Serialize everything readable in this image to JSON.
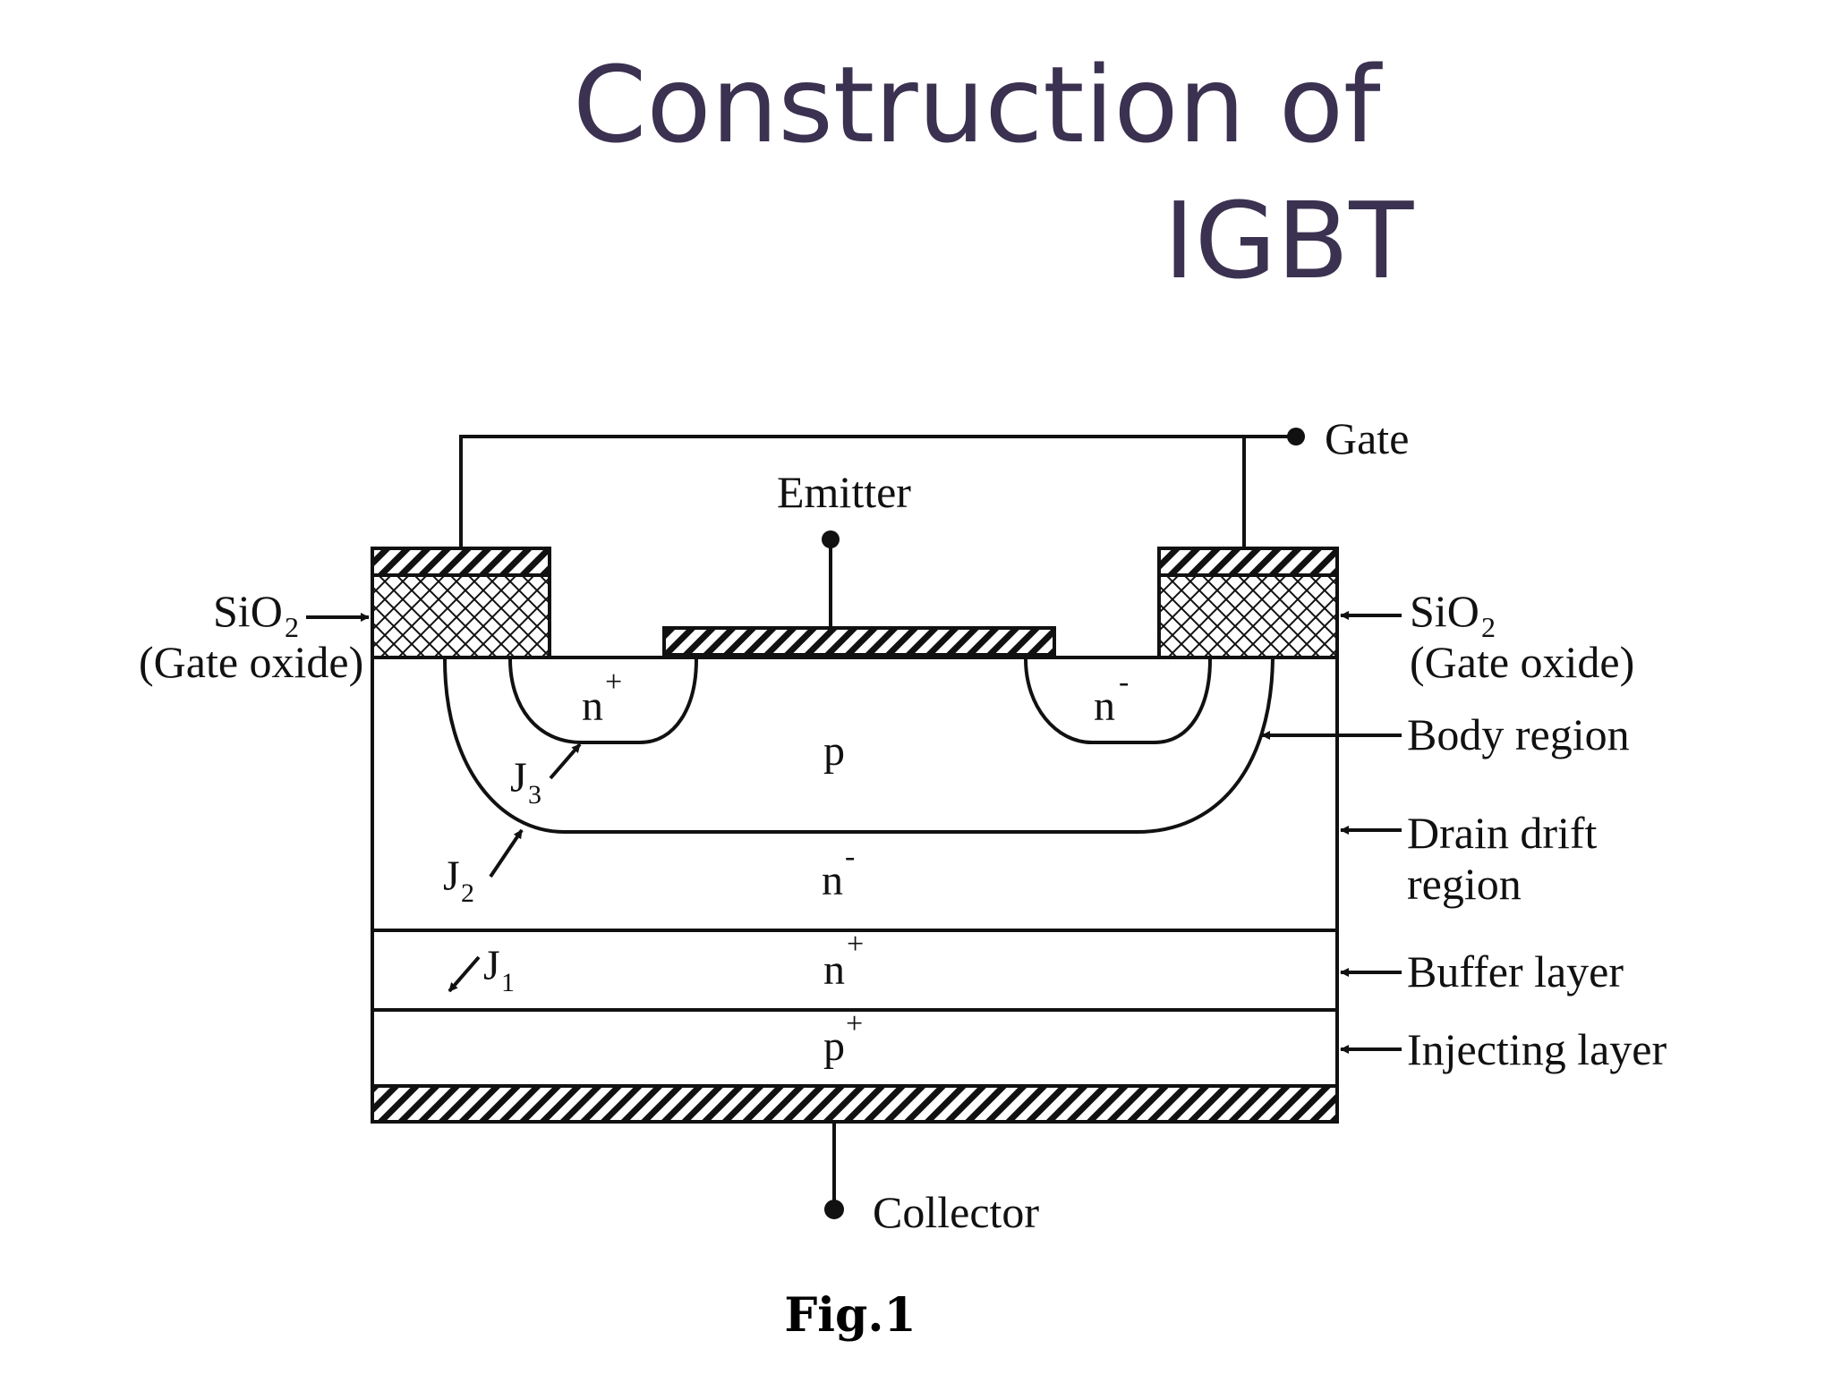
{
  "title": {
    "line1": "Construction of",
    "line2": "IGBT"
  },
  "terminals": {
    "gate": "Gate",
    "emitter": "Emitter",
    "collector": "Collector"
  },
  "left_labels": {
    "sio2": "SiO",
    "sio2_sub": "2",
    "gate_oxide": "(Gate oxide)"
  },
  "right_labels": {
    "sio2": "SiO",
    "sio2_sub": "2",
    "gate_oxide": "(Gate oxide)",
    "body_region": "Body region",
    "drain_drift_1": "Drain drift",
    "drain_drift_2": "region",
    "buffer_layer": "Buffer layer",
    "injecting_layer": "Injecting layer"
  },
  "regions": {
    "n_left": {
      "base": "n",
      "sup": "+"
    },
    "n_right": {
      "base": "n",
      "sup": "-"
    },
    "p_body": {
      "base": "p"
    },
    "n_drift": {
      "base": "n",
      "sup": "-"
    },
    "n_buffer": {
      "base": "n",
      "sup": "+"
    },
    "p_inject": {
      "base": "p",
      "sup": "+"
    }
  },
  "junctions": {
    "j3": {
      "base": "J",
      "sub": "3"
    },
    "j2": {
      "base": "J",
      "sub": "2"
    },
    "j1": {
      "base": "J",
      "sub": "1"
    }
  },
  "caption": "Fig.1",
  "colors": {
    "title": "#3b3150",
    "line": "#111111"
  }
}
